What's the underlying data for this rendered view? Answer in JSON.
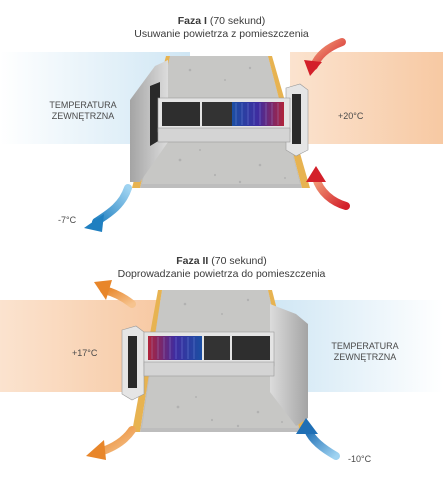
{
  "phase1": {
    "title_bold": "Faza I",
    "title_rest": " (70 sekund)",
    "subtitle": "Usuwanie powietrza z pomieszczenia",
    "outside_label_line1": "TEMPERATURA",
    "outside_label_line2": "ZEWNĘTRZNA",
    "inside_temp": "+20°C",
    "outlet_temp": "-7°C"
  },
  "phase2": {
    "title_bold": "Faza II",
    "title_rest": " (70 sekund)",
    "subtitle": "Doprowadzanie powietrza do pomieszczenia",
    "outside_label_line1": "TEMPERATURA",
    "outside_label_line2": "ZEWNĘTRZNA",
    "inside_temp": "+17°C",
    "outside_temp": "-10°C"
  },
  "colors": {
    "cold_blue": "#2f86c6",
    "warm_orange": "#e8862a",
    "warm_red": "#d8262b",
    "cold_gradient": "#cfe6f4",
    "warm_gradient": "#f7c9a3"
  },
  "icons": [
    "airflow-arrow-icon",
    "heat-exchanger-icon"
  ]
}
